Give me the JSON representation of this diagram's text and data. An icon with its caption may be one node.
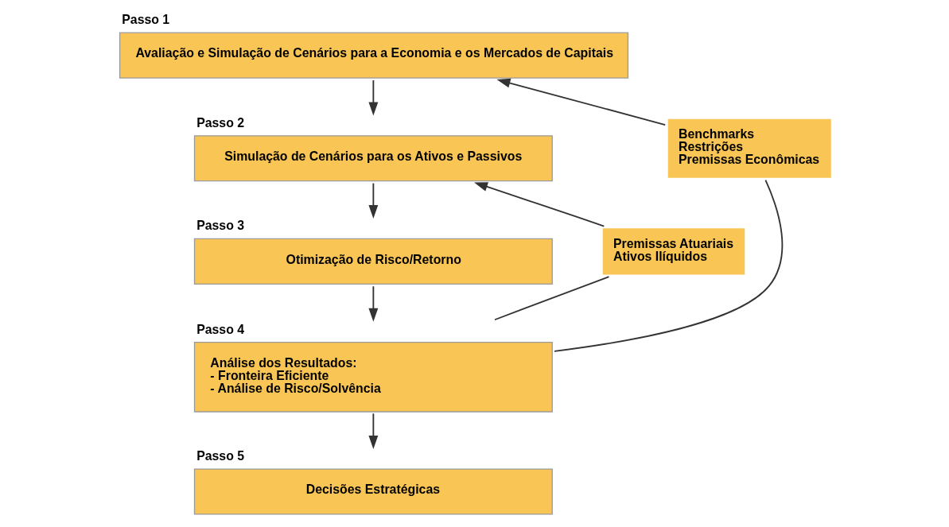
{
  "diagram": {
    "nodes": [
      {
        "text": [
          "Passo 1",
          "Avaliação e Simulação de Cenários para a Economia e os Mercados de Capitais"
        ]
      },
      {
        "text": [
          "Benchmarks",
          "Restrições",
          "Premissas Econômicas"
        ]
      },
      {
        "text": [
          "Passo 2",
          "Simulação de Cenários para os Ativos e Passivos"
        ]
      },
      {
        "text": [
          "Premissas Atuariais",
          "Ativos Ilíquidos"
        ]
      },
      {
        "text": [
          "Passo 3",
          "Otimização de Risco/Retorno"
        ]
      },
      {
        "text": [
          "Passo 4",
          "Análise dos Resultados:",
          "- Fronteira Eficiente",
          "- Análise de Risco/Solvência"
        ]
      },
      {
        "text": [
          "Passo 5",
          "Decisões Estratégicas"
        ]
      }
    ],
    "edges": [
      {
        "from": 0,
        "to": 2,
        "arrow": "to"
      },
      {
        "from": 2,
        "to": 4,
        "arrow": "to"
      },
      {
        "from": 4,
        "to": 5,
        "arrow": "to"
      },
      {
        "from": 5,
        "to": 6,
        "arrow": "to"
      },
      {
        "from": 5,
        "to": 1,
        "arrow": "none"
      },
      {
        "from": 1,
        "to": 0,
        "arrow": "to"
      },
      {
        "from": 5,
        "to": 3,
        "arrow": "none"
      },
      {
        "from": 3,
        "to": 2,
        "arrow": "to"
      }
    ]
  }
}
